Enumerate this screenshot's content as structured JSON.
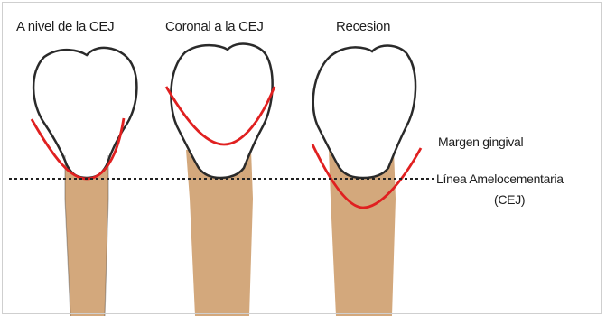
{
  "columns": [
    {
      "title": "A nivel de la CEJ"
    },
    {
      "title": "Coronal a la CEJ"
    },
    {
      "title": "Recesion"
    }
  ],
  "labels": {
    "margin": "Margen gingival",
    "cej_line1": "Línea Amelocementaria",
    "cej_line2": "(CEJ)"
  },
  "colors": {
    "root": "#d3a87c",
    "enamel": "#ffffff",
    "outline": "#2a2a2a",
    "gingival_margin": "#e02020",
    "cej_line": "#222222"
  }
}
